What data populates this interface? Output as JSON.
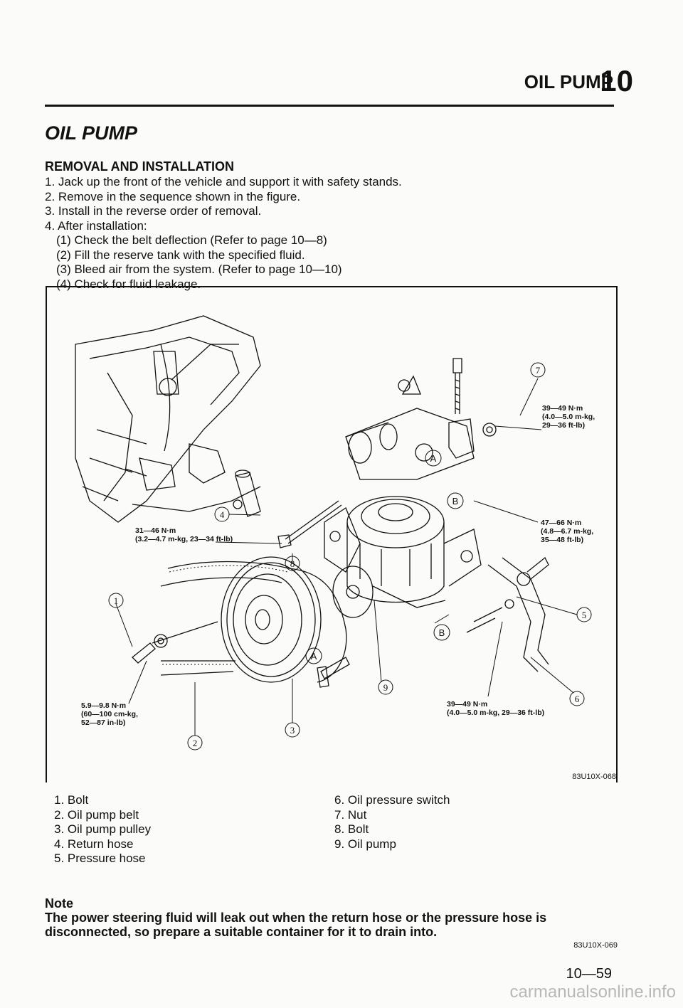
{
  "header": {
    "section": "OIL PUMP",
    "chapter_number": "10"
  },
  "title": "OIL PUMP",
  "subtitle": "REMOVAL AND INSTALLATION",
  "steps": [
    "1. Jack up the front of the vehicle and support it with safety stands.",
    "2. Remove in the sequence shown in the figure.",
    "3. Install in the reverse order of removal.",
    "4. After installation:"
  ],
  "substeps": [
    "(1) Check the belt deflection (Refer to page 10—8)",
    "(2) Fill the reserve tank with the specified fluid.",
    "(3) Bleed air from the system. (Refer to page 10—10)",
    "(4) Check for fluid leakage."
  ],
  "figure": {
    "code": "83U10X-068",
    "torque_7": [
      "39—49 N·m",
      "(4.0—5.0 m-kg,",
      "29—36 ft-lb)"
    ],
    "torque_b": [
      "47—66 N·m",
      "(4.8—6.7 m-kg,",
      "35—48 ft-lb)"
    ],
    "torque_8": [
      "31—46 N·m",
      "(3.2—4.7 m-kg, 23—34 ft-lb)"
    ],
    "torque_1": [
      "5.9—9.8 N·m",
      "(60—100 cm-kg,",
      "52—87 in-lb)"
    ],
    "torque_a": [
      "39—49 N·m",
      "(4.0—5.0 m-kg, 29—36 ft-lb)"
    ],
    "callouts": [
      "1",
      "2",
      "3",
      "4",
      "5",
      "6",
      "7",
      "8",
      "9",
      "A",
      "A",
      "B",
      "B"
    ]
  },
  "legend_left": [
    "1. Bolt",
    "2. Oil pump belt",
    "3. Oil pump pulley",
    "4. Return hose",
    "5. Pressure hose"
  ],
  "legend_right": [
    "6. Oil pressure switch",
    "7. Nut",
    "8. Bolt",
    "9. Oil pump"
  ],
  "note": {
    "heading": "Note",
    "text": "The power steering fluid will leak out when the return hose or the pressure hose is disconnected, so prepare a suitable container for it to drain into.",
    "code": "83U10X-069"
  },
  "page_number": "10—59",
  "watermark": "carmanualsonline.info"
}
